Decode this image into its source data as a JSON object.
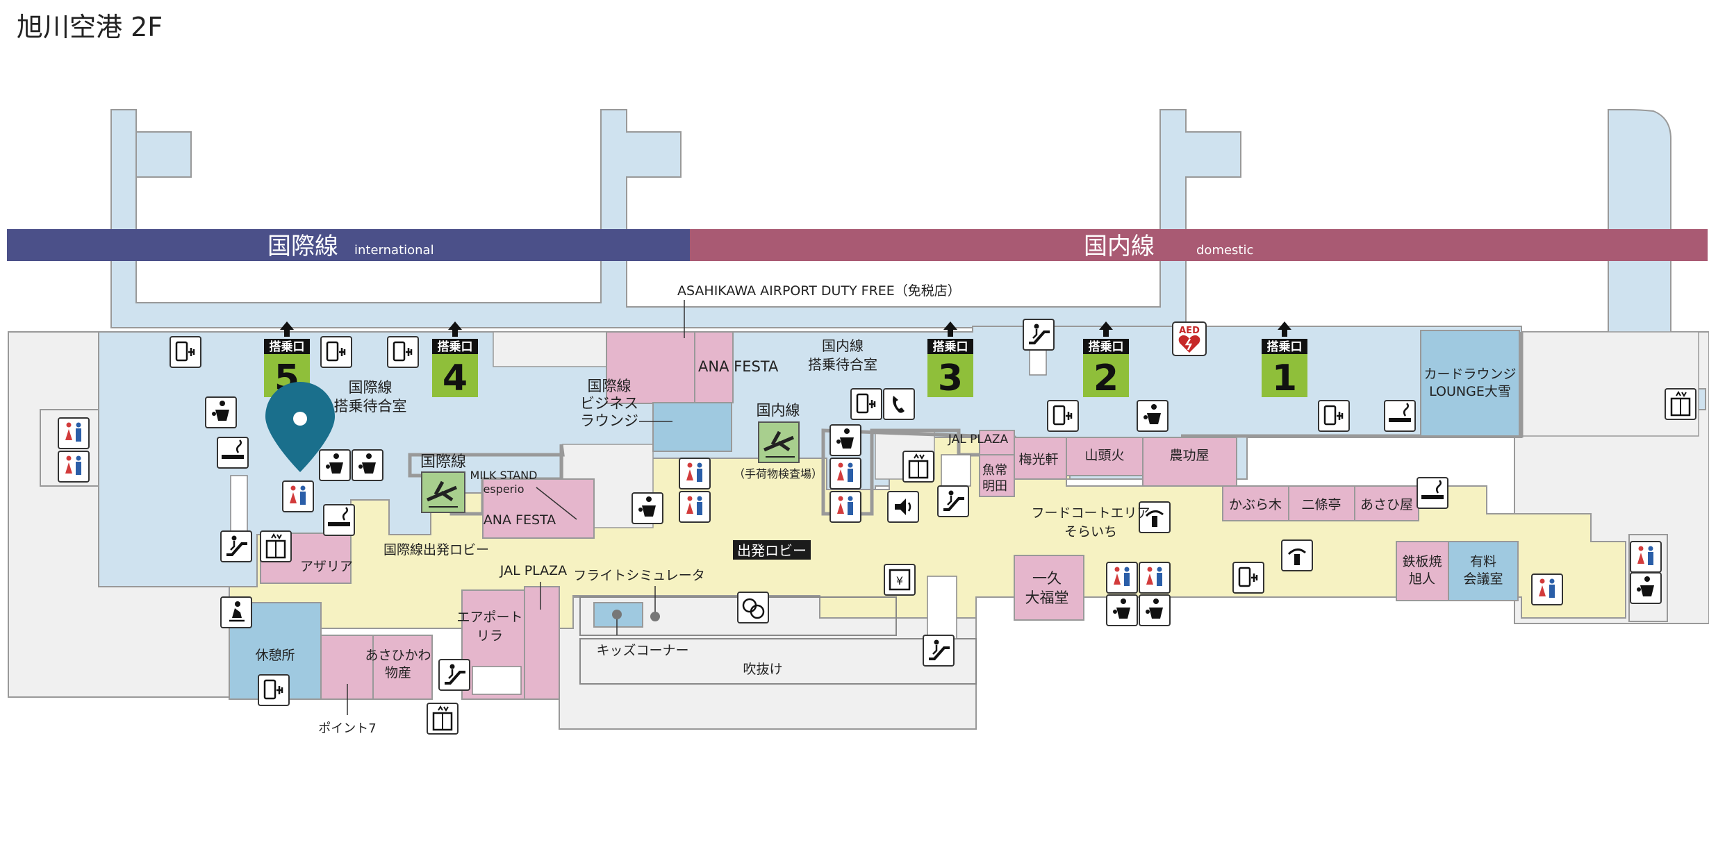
{
  "title": "旭川空港 2F",
  "bands": {
    "international": {
      "ja": "国際線",
      "en": "international",
      "color": "#4b5089"
    },
    "domestic": {
      "ja": "国内線",
      "en": "domestic",
      "color": "#a95a73"
    }
  },
  "colors": {
    "secure_area": "#cfe2ef",
    "public_lobby": "#f6f2c2",
    "shop": "#e5b6cc",
    "outside": "#f0f0f0",
    "gate_badge": "#8fbf3a",
    "lounge": "#9fc9e0",
    "marker": "#1a6f8c"
  },
  "gates": [
    {
      "label": "搭乗口",
      "number": "5"
    },
    {
      "label": "搭乗口",
      "number": "4"
    },
    {
      "label": "搭乗口",
      "number": "3"
    },
    {
      "label": "搭乗口",
      "number": "2"
    },
    {
      "label": "搭乗口",
      "number": "1"
    }
  ],
  "labels": {
    "duty_free": "ASAHIKAWA AIRPORT DUTY FREE（免税店）",
    "intl_waiting_1": "国際線",
    "intl_waiting_2": "搭乗待合室",
    "intl_business_1": "国際線",
    "intl_business_2": "ビジネス",
    "intl_business_3": "ラウンジ",
    "ana_festa_top": "ANA FESTA",
    "dom_waiting_1": "国内線",
    "dom_waiting_2": "搭乗待合室",
    "card_lounge_1": "カードラウンジ",
    "card_lounge_2": "LOUNGE大雪",
    "intl_check": "国際線",
    "milk_stand_1": "MILK STAND",
    "milk_stand_2": "esperio",
    "ana_festa_bottom": "ANA FESTA",
    "dom_check_1": "国内線",
    "dom_check_2": "（手荷物検査場）",
    "jal_plaza_top": "JAL PLAZA",
    "uoj_1": "魚常",
    "uoj_2": "明田",
    "baikoken": "梅光軒",
    "santouka": "山頭火",
    "noukouya": "農功屋",
    "foodcourt_1": "フードコートエリア",
    "foodcourt_2": "そらいち",
    "kaburaki": "かぶら木",
    "nijoutei": "二條亭",
    "asahiya": "あさひ屋",
    "teppanyaki_1": "鉄板焼",
    "teppanyaki_2": "旭人",
    "meeting_1": "有料",
    "meeting_2": "会議室",
    "departure_lobby": "出発ロビー",
    "intl_departure_lobby": "国際線出発ロビー",
    "azalea": "アザリア",
    "jal_plaza_bottom": "JAL PLAZA",
    "flight_sim": "フライトシミュレータ",
    "kids_corner": "キッズコーナー",
    "fukinuke": "吹抜け",
    "airport_lira_1": "エアポート",
    "airport_lira_2": "リラ",
    "rest_area": "休憩所",
    "asahikawa_bussan_1": "あさひかわ",
    "asahikawa_bussan_2": "物産",
    "point7": "ポイント7",
    "ikkyu_1": "一久",
    "ikkyu_2": "大福堂"
  },
  "icons": {
    "aed": "AED",
    "charging": "phone-charging-icon",
    "telephone": "telephone-icon",
    "smoking": "smoking-area-icon",
    "escalator": "escalator-icon",
    "elevator": "elevator-icon",
    "restroom": "restroom-icon",
    "nursing": "nursing-room-icon",
    "prayer": "prayer-room-icon",
    "water": "drinking-fountain-icon",
    "atm": "atm-icon",
    "exchange": "currency-exchange-icon",
    "info": "hearing-loop-icon",
    "location_marker": "location-pin-icon"
  }
}
